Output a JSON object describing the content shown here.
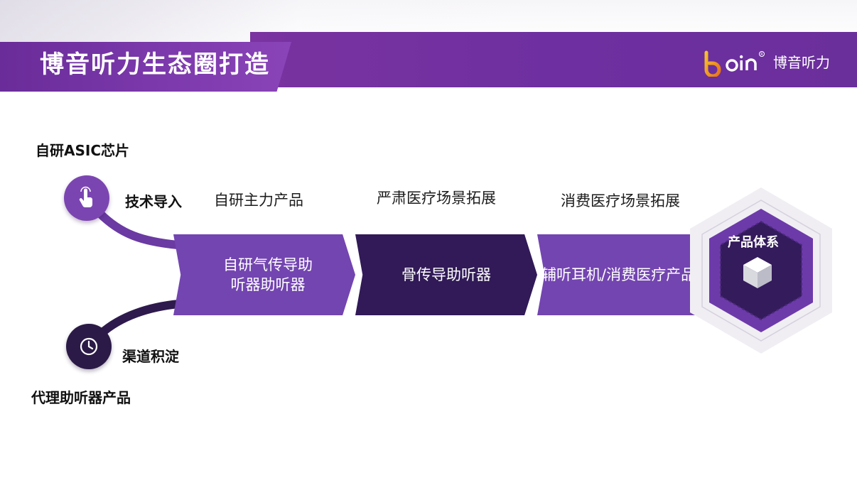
{
  "header": {
    "title": "博音听力生态圈打造",
    "logo_text": "博音听力",
    "logo_mark_name": "boin-logo"
  },
  "left": {
    "top_caption": "自研ASIC芯片",
    "top_label": "技术导入",
    "bottom_label": "渠道积淀",
    "bottom_caption": "代理助听器产品",
    "top_icon": "hand-pointer-icon",
    "bottom_icon": "clock-icon"
  },
  "stages": [
    {
      "heading": "自研主力产品",
      "line1": "自研气传导助",
      "line2": "听器助听器"
    },
    {
      "heading": "严肃医疗场景拓展",
      "text": "骨传导助听器"
    },
    {
      "heading": "消费医疗场景拓展",
      "text": "辅听耳机/消费医疗产品"
    }
  ],
  "hub": {
    "title": "产品体系",
    "icon": "cube-icon"
  },
  "colors": {
    "brand_purple": "#7345b0",
    "dark_purple": "#311a57",
    "header_purple": "#6e2fa0",
    "logo_orange": "#f29a1a"
  }
}
